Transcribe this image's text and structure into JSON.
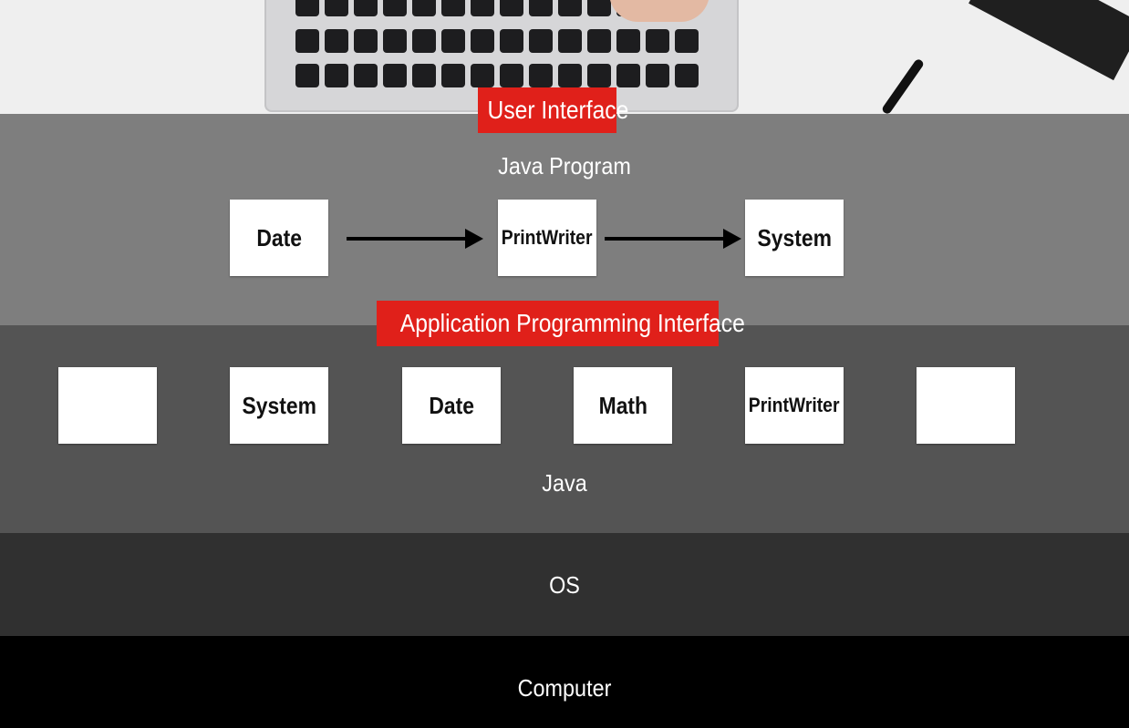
{
  "labels": {
    "user_interface": "User Interface",
    "api": "Application Programming Interface"
  },
  "layers": {
    "program": "Java Program",
    "java": "Java",
    "os": "OS",
    "computer": "Computer"
  },
  "program_boxes": [
    "Date",
    "PrintWriter",
    "System"
  ],
  "api_boxes": [
    "",
    "System",
    "Date",
    "Math",
    "PrintWriter",
    ""
  ],
  "colors": {
    "label_red": "#e0201a",
    "program_layer": "#7e7e7e",
    "java_layer": "#545454",
    "os_layer": "#303030",
    "computer_layer": "#000000"
  }
}
